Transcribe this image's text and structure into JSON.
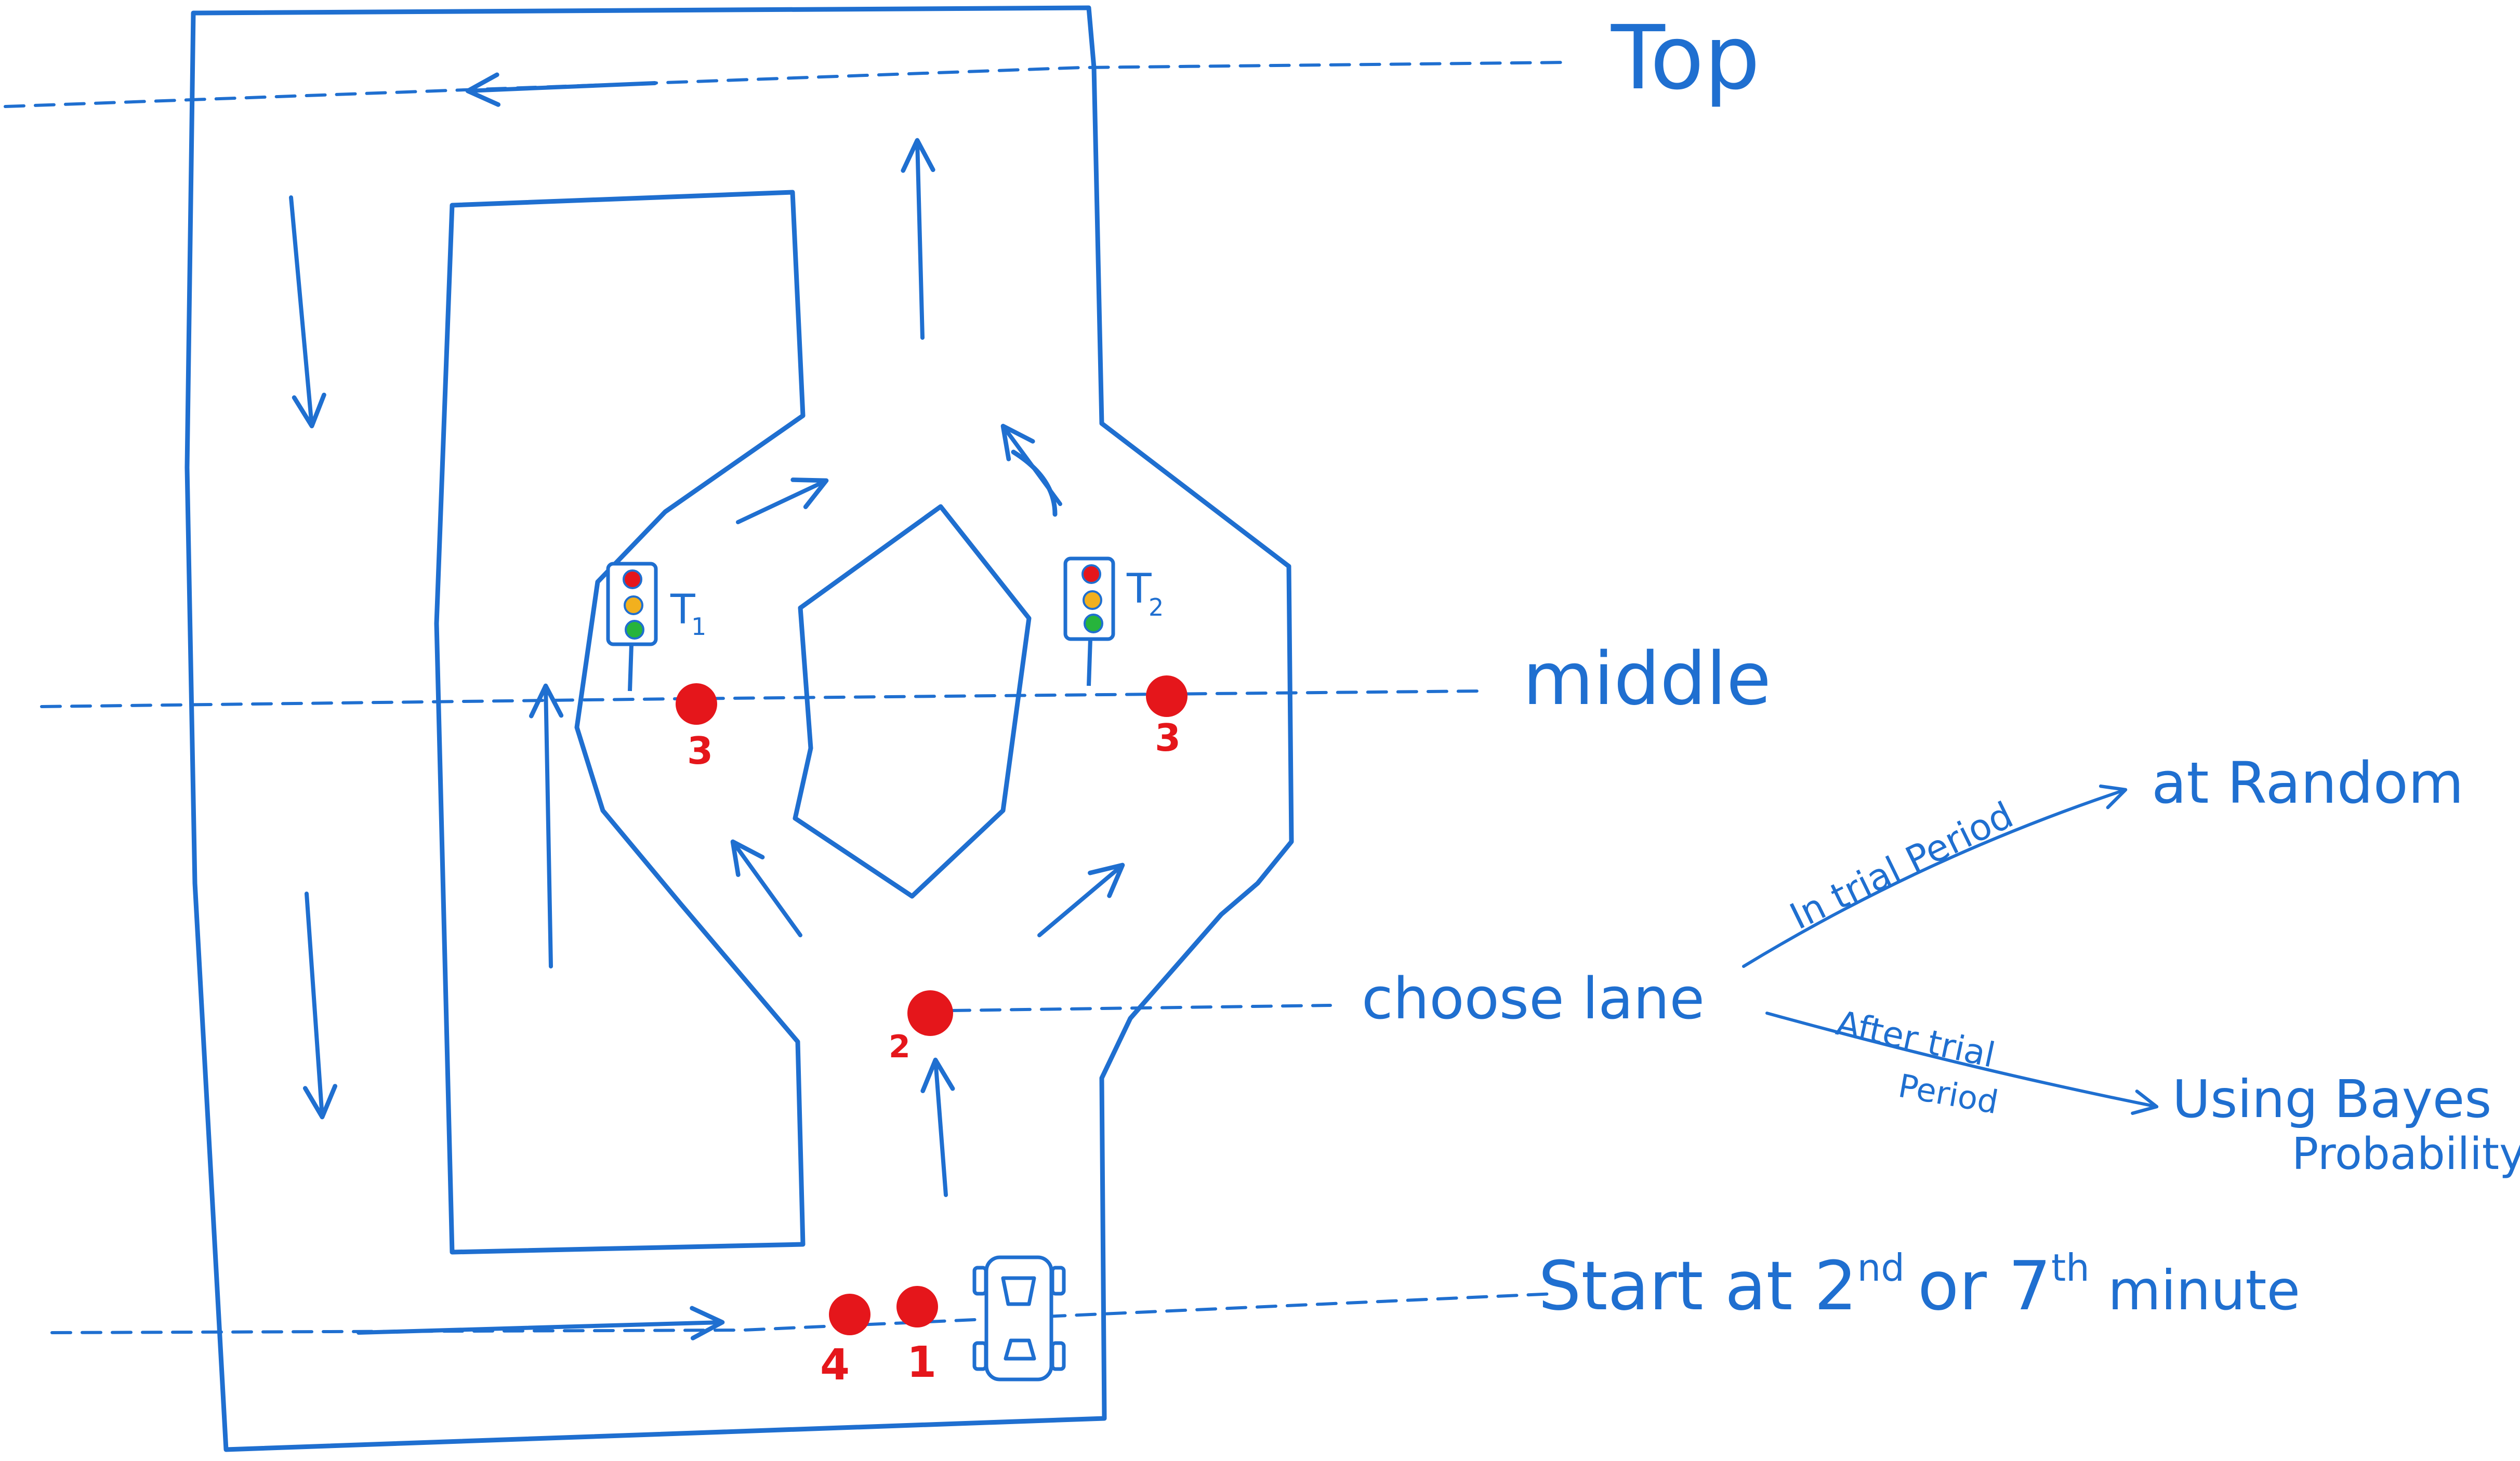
{
  "colors": {
    "ink": "#1f6fd0",
    "marker": "#e5161b",
    "marker_label": "#e5161b",
    "light_red": "#e5161b",
    "light_yellow": "#f2b01e",
    "light_green": "#27b43c"
  },
  "labels": {
    "top": "Top",
    "middle": "middle",
    "choose_lane": "choose lane",
    "start": "Start at 2",
    "start_sup_1": "nd",
    "start_or": "or 7",
    "start_sup_2": "th",
    "start_minute": "minute",
    "at_random": "at Random",
    "using_bayes_line1": "Using Bayes",
    "using_bayes_line2": "Probability",
    "in_trial_period": "In trial Period",
    "after_trial_line1": "After trial",
    "after_trial_line2": "Period"
  },
  "traffic_lights": [
    {
      "label": "T",
      "subscript": "1"
    },
    {
      "label": "T",
      "subscript": "2"
    }
  ],
  "markers": [
    {
      "id": "1",
      "label": "1"
    },
    {
      "id": "2",
      "label": "2"
    },
    {
      "id": "3a",
      "label": "3"
    },
    {
      "id": "3b",
      "label": "3"
    },
    {
      "id": "4",
      "label": "4"
    }
  ],
  "icons": [
    "car-icon",
    "traffic-light-icon",
    "arrow-icon"
  ]
}
